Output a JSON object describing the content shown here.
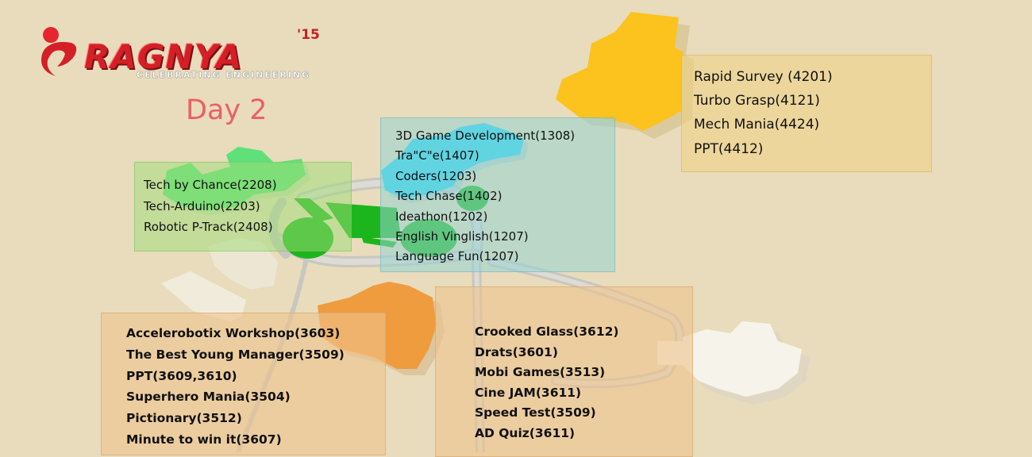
{
  "brand": {
    "name": "RAGNYA",
    "year": "'15",
    "tagline": "CELEBRATING ENGINEERING"
  },
  "day_label": "Day 2",
  "colors": {
    "background": "#e8dcbc",
    "green_block": "#5fe07a",
    "cyan_block": "#22d6f5",
    "yellow_block": "#fcc21e",
    "orange_block": "#ef9c3f",
    "lawn": "#1db51d",
    "day_text": "#ec5f66",
    "logo_red": "#d41f26"
  },
  "panels": {
    "green": {
      "events": [
        "Tech by Chance(2208)",
        "Tech-Arduino(2203)",
        "Robotic P-Track(2408)"
      ]
    },
    "cyan": {
      "events": [
        "3D Game Development(1308)",
        "Tra\"C\"e(1407)",
        "Coders(1203)",
        "Tech Chase(1402)",
        "Ideathon(1202)",
        "English Vinglish(1207)",
        "Language Fun(1207)"
      ]
    },
    "yellow": {
      "events": [
        "Rapid Survey (4201)",
        "Turbo Grasp(4121)",
        "Mech Mania(4424)",
        "PPT(4412)"
      ]
    },
    "orange_left": {
      "events": [
        "Accelerobotix Workshop(3603)",
        "The Best Young Manager(3509)",
        "PPT(3609,3610)",
        "Superhero Mania(3504)",
        "Pictionary(3512)",
        "Minute to win it(3607)"
      ]
    },
    "orange_right": {
      "events": [
        "Crooked Glass(3612)",
        "Drats(3601)",
        "Mobi Games(3513)",
        "Cine JAM(3611)",
        "Speed Test(3509)",
        "AD Quiz(3611)"
      ]
    }
  }
}
